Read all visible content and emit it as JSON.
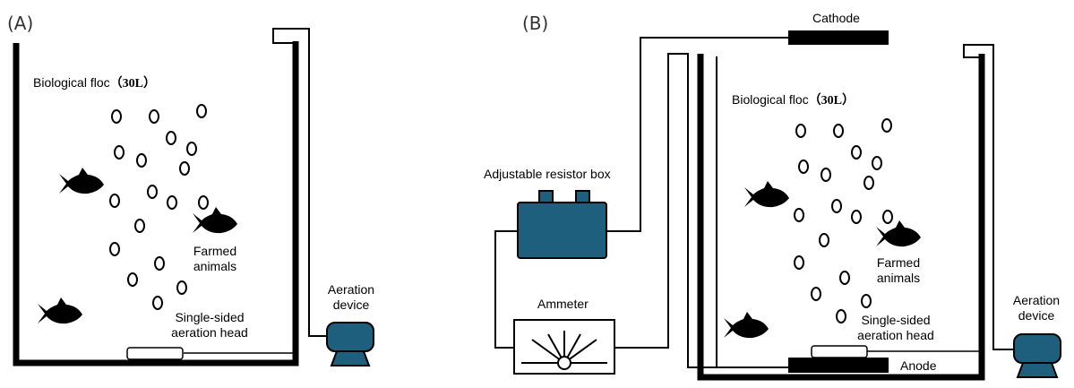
{
  "panel_a": {
    "label": "(A)",
    "floc_text": "Biological floc",
    "floc_volume": "（30L）",
    "animals": [
      "Farmed",
      "animals"
    ],
    "aeration_head": [
      "Single-sided",
      "aeration head"
    ],
    "aeration_device": [
      "Aeration",
      "device"
    ]
  },
  "panel_b": {
    "label": "(B)",
    "floc_text": "Biological floc",
    "floc_volume": "（30L）",
    "animals": [
      "Farmed",
      "animals"
    ],
    "aeration_head": [
      "Single-sided",
      "aeration head"
    ],
    "aeration_device": [
      "Aeration",
      "device"
    ],
    "cathode": "Cathode",
    "anode": "Anode",
    "resistor_box": "Adjustable resistor box",
    "ammeter": "Ammeter"
  },
  "colors": {
    "device_fill": "#1e5f7d",
    "line": "#000000"
  },
  "icons": [
    "fish-icon",
    "bubble-icon",
    "aeration-pump-icon",
    "ammeter-gauge-icon"
  ]
}
